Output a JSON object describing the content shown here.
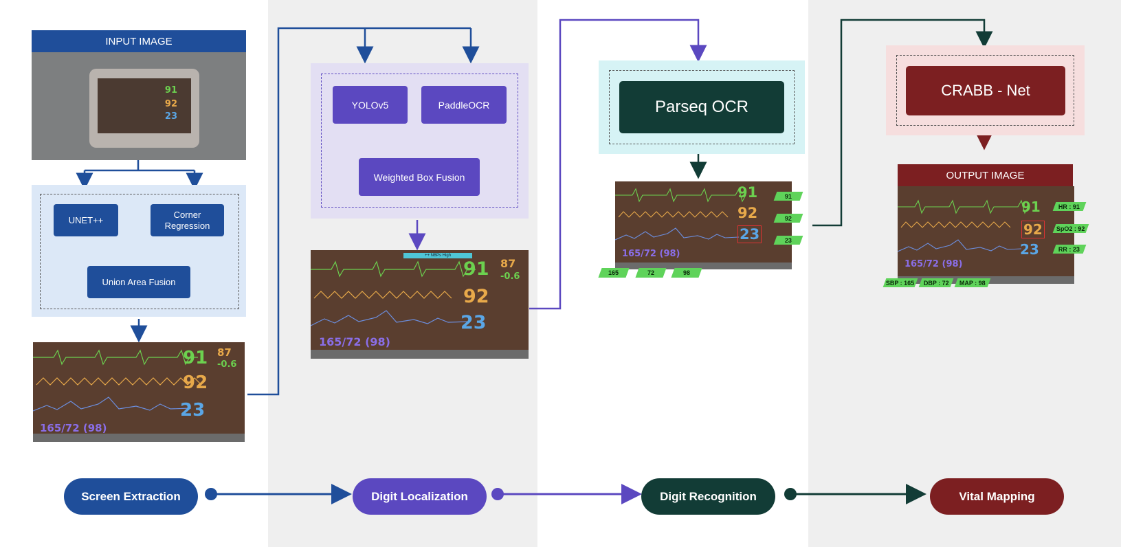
{
  "colors": {
    "blue": "#1f4e9a",
    "purple": "#5b48c0",
    "teal": "#123c36",
    "maroon": "#7c1f21",
    "green_tag": "#5fd35a",
    "col_bg": "#efefef"
  },
  "stage1": {
    "input_title": "INPUT IMAGE",
    "unet": "UNET++",
    "corner": "Corner Regression",
    "union": "Union Area Fusion"
  },
  "stage2": {
    "yolo": "YOLOv5",
    "paddle": "PaddleOCR",
    "wbf": "Weighted Box Fusion"
  },
  "stage3": {
    "parseq": "Parseq OCR",
    "tags": [
      "91",
      "92",
      "23",
      "165",
      "72",
      "98"
    ]
  },
  "stage4": {
    "crabb": "CRABB - Net",
    "output_title": "OUTPUT IMAGE",
    "tags": [
      "HR : 91",
      "SpO2 : 92",
      "RR : 23",
      "SBP : 165",
      "DBP : 72",
      "MAP : 98"
    ]
  },
  "monitor": {
    "hr": "91",
    "spo2": "92",
    "rr": "23",
    "temp": "87",
    "st": "-0.6",
    "bp": "165/72  (98)",
    "alarm": "++ NBPs  High"
  },
  "pipeline": {
    "steps": [
      "Screen Extraction",
      "Digit Localization",
      "Digit Recognition",
      "Vital Mapping"
    ]
  }
}
